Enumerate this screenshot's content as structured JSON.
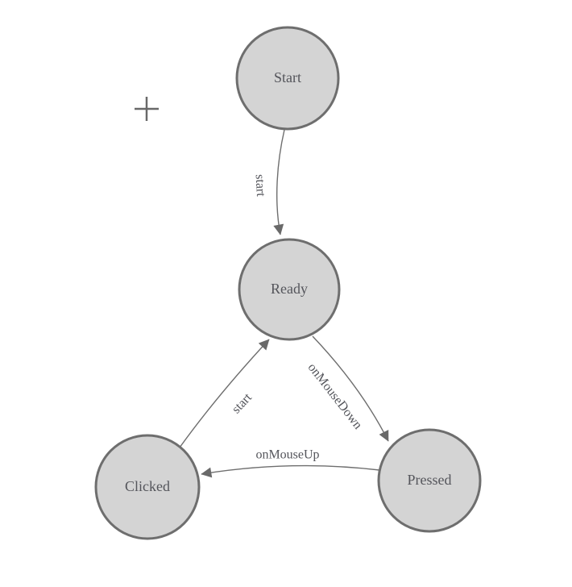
{
  "diagram": {
    "type": "state-machine",
    "background": "#ffffff",
    "node_fill": "#d4d4d4",
    "node_stroke": "#6e6e6e",
    "edge_color": "#6e6e6e",
    "arrow_color": "#696969",
    "label_color": "#54555b",
    "nodes": [
      {
        "id": "start",
        "label": "Start"
      },
      {
        "id": "ready",
        "label": "Ready"
      },
      {
        "id": "clicked",
        "label": "Clicked"
      },
      {
        "id": "pressed",
        "label": "Pressed"
      }
    ],
    "edges": [
      {
        "from": "Start",
        "to": "Ready",
        "label": "start"
      },
      {
        "from": "Clicked",
        "to": "Ready",
        "label": "start"
      },
      {
        "from": "Ready",
        "to": "Pressed",
        "label": "onMouseDown"
      },
      {
        "from": "Pressed",
        "to": "Clicked",
        "label": "onMouseUp"
      }
    ],
    "cursor_marker": "crosshair"
  }
}
